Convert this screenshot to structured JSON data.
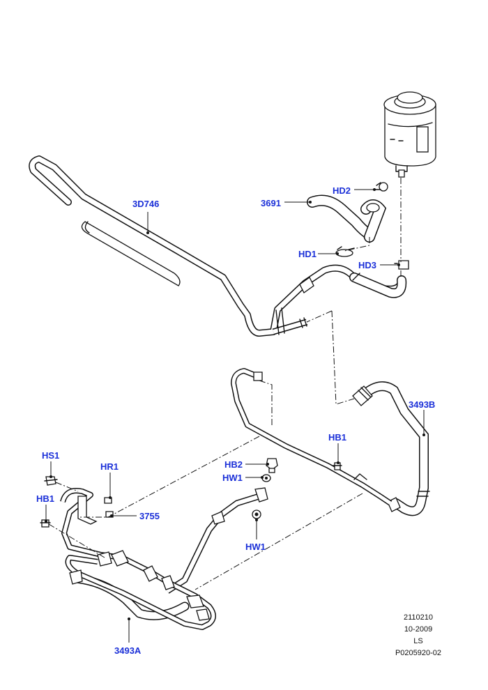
{
  "labels": {
    "p3D746": "3D746",
    "p3691": "3691",
    "hd2": "HD2",
    "hd1": "HD1",
    "hd3": "HD3",
    "p3493b": "3493B",
    "hb1_right": "HB1",
    "hb2": "HB2",
    "hw1_upper": "HW1",
    "hw1_lower": "HW1",
    "hs1": "HS1",
    "hr1": "HR1",
    "hb1_left": "HB1",
    "p3755": "3755",
    "p3493a": "3493A"
  },
  "reference": {
    "line1": "2110210",
    "line2": "10-2009",
    "line3": "LS",
    "line4": "P0205920-02"
  },
  "colors": {
    "label_blue": "#1a2fd8",
    "line_black": "#111111"
  }
}
